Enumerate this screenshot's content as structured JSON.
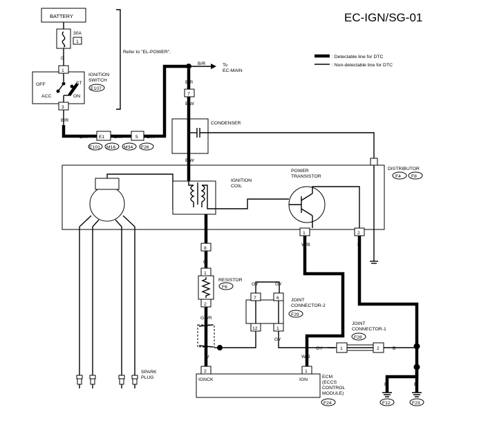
{
  "title": "EC-IGN/SG-01",
  "legend": {
    "detectable": ": Detectable line for DTC",
    "non_detectable": ": Non-detectable line for DTC"
  },
  "battery": {
    "label": "BATTERY",
    "fuse_rating": "30A",
    "fuse_number": "1"
  },
  "refer_note": "Refer to \"EL-POWER\".",
  "ignition_switch": {
    "label_line1": "IGNITION",
    "label_line2": "SWITCH",
    "connector": "E107",
    "pos_off": "OFF",
    "pos_acc": "ACC",
    "pos_on": "ON",
    "pos_st": "ST",
    "pin_top": "1",
    "pin_bottom": "3"
  },
  "wires": {
    "g": "G",
    "br": "B/R",
    "bw": "B/W",
    "l": "L",
    "gyr": "GY/R",
    "w": "W",
    "wb": "W/B",
    "b": "B",
    "gy": "GY"
  },
  "harness": {
    "e1": "E1",
    "five": "5",
    "e101": "E101",
    "m16": "M16",
    "m34": "M34",
    "f26": "F26"
  },
  "to_ecmain": {
    "line1": "To",
    "line2": "EC-MAIN"
  },
  "condenser": {
    "label": "CONDENSER",
    "pin": "7"
  },
  "distributor": {
    "label": "DISTRIBUTOR",
    "conn1": "F4",
    "conn2": "F8"
  },
  "ignition_coil": {
    "line1": "IGNITION",
    "line2": "COIL"
  },
  "power_transistor": {
    "line1": "POWER",
    "line2": "TRANSISTOR",
    "pin1": "1",
    "pin2": "2"
  },
  "coil_pin": "8",
  "resistor": {
    "label": "RESISTOR",
    "connector": "F6",
    "pin_top": "1",
    "pin_bottom": "2"
  },
  "joint2": {
    "line1": "JOINT",
    "line2": "CONNECTOR-2",
    "connector": "F29",
    "p7": "7",
    "p6": "6",
    "p12": "12",
    "p1": "1"
  },
  "joint1": {
    "line1": "JOINT",
    "line2": "CONNECTOR-1",
    "connector": "F28",
    "p1": "1",
    "p2": "2"
  },
  "spark_plug": {
    "line1": "SPARK",
    "line2": "PLUG"
  },
  "ecm": {
    "line1": "ECM",
    "line2": "(ECCS",
    "line3": "CONTROL",
    "line4": "MODULE)",
    "connector": "F24",
    "pin_ignck": "2",
    "pin_ign": "1",
    "label_ignck": "IGNCK",
    "label_ign": "IGN"
  },
  "grounds": {
    "f12": "F12",
    "f23": "F23"
  }
}
